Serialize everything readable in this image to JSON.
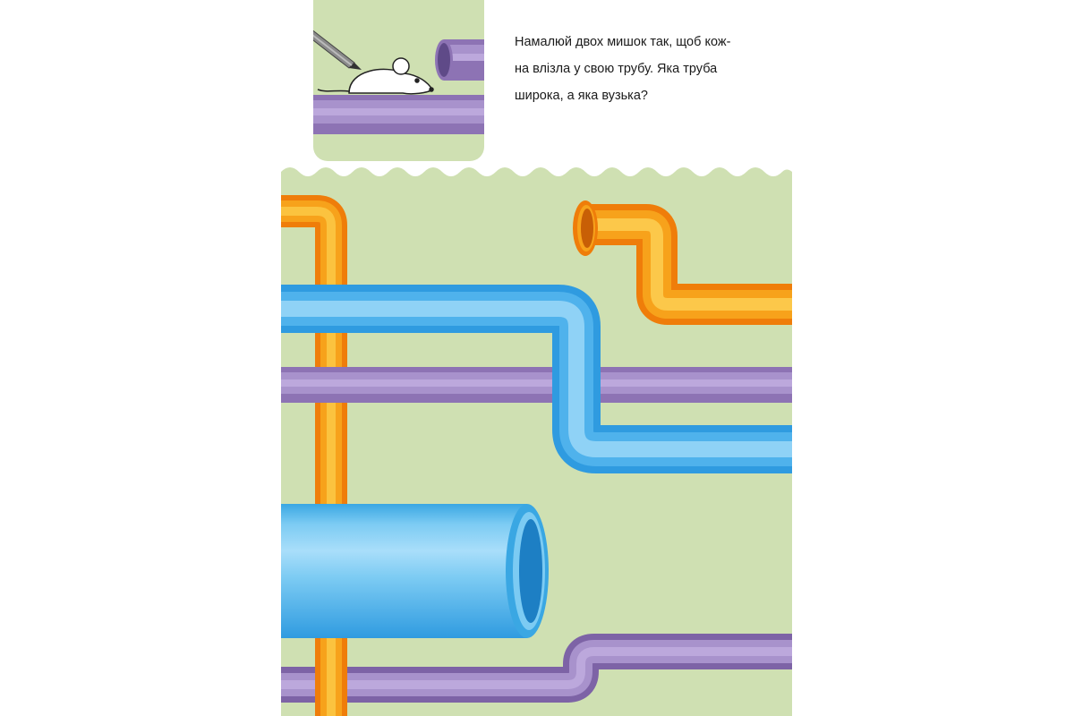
{
  "instruction": {
    "lines": [
      "Намалюй двох мишок так, щоб кож-",
      "на влізла у свою трубу. Яка труба",
      "широка, а яка вузька?"
    ]
  },
  "illustration": {
    "example": {
      "items": [
        "pencil-icon",
        "mouse-drawing",
        "purple-pipe-narrow",
        "purple-pipe-bottom"
      ]
    },
    "pipes": [
      {
        "name": "orange-pipe-left",
        "color": "#f7a21b"
      },
      {
        "name": "orange-pipe-right",
        "color": "#f7a21b"
      },
      {
        "name": "blue-pipe-narrow",
        "color": "#3aa7e3"
      },
      {
        "name": "purple-pipe-middle",
        "color": "#8d73b4"
      },
      {
        "name": "blue-pipe-wide",
        "color": "#3aa7e3"
      },
      {
        "name": "purple-pipe-bottom",
        "color": "#8d73b4"
      }
    ],
    "background_color": "#cfe0b2"
  }
}
